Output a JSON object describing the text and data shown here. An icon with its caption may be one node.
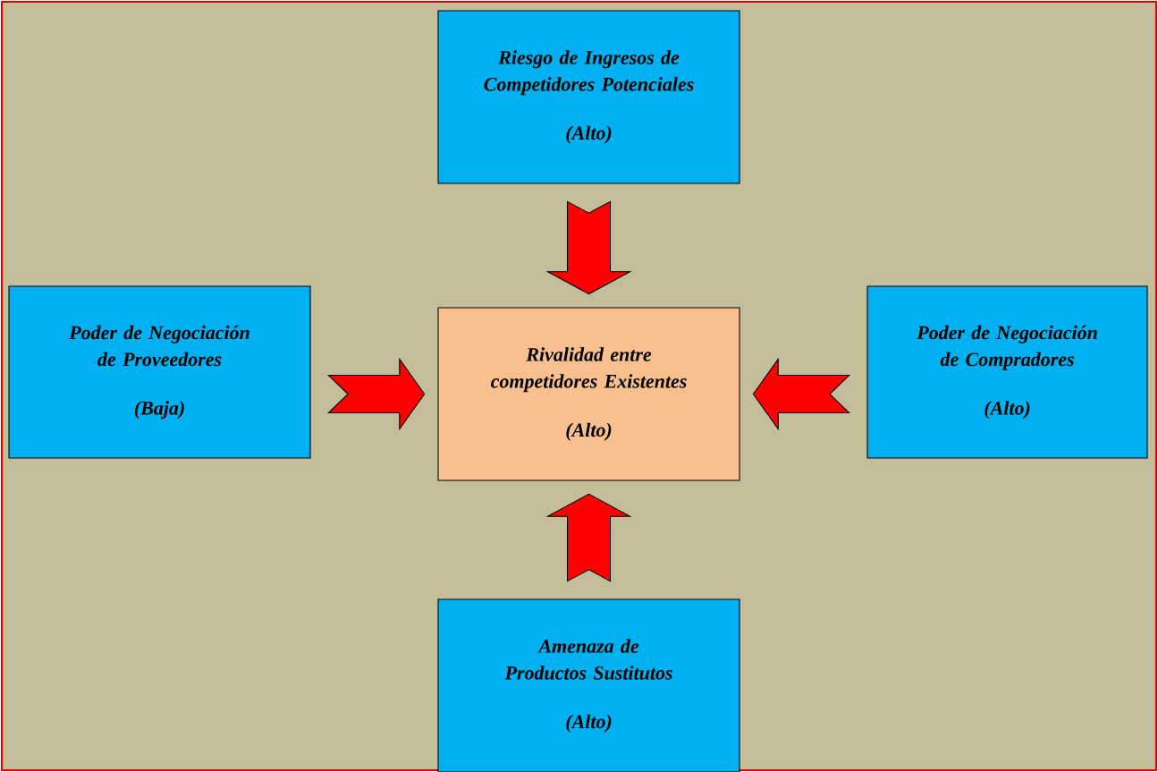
{
  "diagram": {
    "nodes": [
      {
        "text": [
          "Riesgo de Ingresos de Competidores Potenciales",
          "(Alto)"
        ]
      },
      {
        "text": [
          "Poder de Negociación de Proveedores",
          "(Baja)"
        ]
      },
      {
        "text": [
          "Rivalidad entre competidores Existentes",
          "(Alto)"
        ]
      },
      {
        "text": [
          "Poder de Negociación de Compradores",
          "(Alto)"
        ]
      },
      {
        "text": [
          "Amenaza de Productos Sustitutos",
          "(Alto)"
        ]
      }
    ],
    "edges": [
      {
        "from": 0,
        "to": 2,
        "arrow": "to"
      },
      {
        "from": 1,
        "to": 2,
        "arrow": "to"
      },
      {
        "from": 3,
        "to": 2,
        "arrow": "to"
      },
      {
        "from": 4,
        "to": 2,
        "arrow": "to"
      }
    ]
  }
}
